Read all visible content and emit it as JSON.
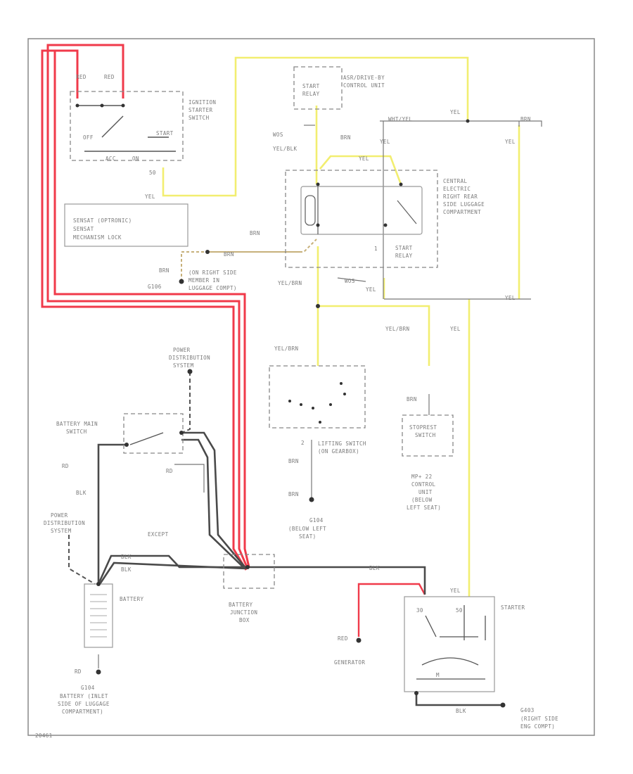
{
  "labels": {
    "red_1": "RED",
    "red_2": "RED",
    "ignition_switch": [
      "IGNITION",
      "STARTER",
      "SWITCH"
    ],
    "sw_off": "OFF",
    "sw_start": "START",
    "sw_acc": "ACC",
    "sw_on": "ON",
    "sw_50": "50",
    "yel_ign": "YEL",
    "saab_note": [
      "SENSAT (OPTRONIC)",
      "SENSAT",
      "MECHANISM LOCK"
    ],
    "start_relay_top": [
      "START",
      "RELAY"
    ],
    "asr_unit": [
      "ASR/DRIVE-BY",
      "CONTROL UNIT"
    ],
    "wht_1": "WOS",
    "yel_blk": "YEL/BLK",
    "yel_top": "YEL",
    "brn_top": "BRN",
    "yel_mid": "YEL",
    "wht_yel": "WHT/YEL",
    "central_electric": [
      "CENTRAL",
      "ELECTRIC",
      "RIGHT REAR",
      "SIDE LUGGAGE",
      "COMPARTMENT"
    ],
    "start_relay_bot": [
      "START",
      "RELAY"
    ],
    "yel_right": "YEL",
    "yel_far_right": "YEL",
    "brn_left": "BRN",
    "brn_mid": "BRN",
    "g106": "G106",
    "g106_desc": [
      "(ON RIGHT SIDE",
      "MEMBER IN",
      "LUGGAGE COMPT)"
    ],
    "yel_brn_1": "YEL/BRN",
    "wos_2": "WOS",
    "yel_3": "YEL",
    "yel_4": "YEL",
    "yel_brn_2": "YEL/BRN",
    "yel_brn_3": "YEL/BRN",
    "yel_5": "YEL",
    "power_dist_top": [
      "POWER",
      "DISTRIBUTION",
      "SYSTEM"
    ],
    "battery_main_switch": [
      "BATTERY MAIN",
      "SWITCH"
    ],
    "rd_1": "RD",
    "rd_2": "RD",
    "blk_1": "BLK",
    "power_dist_left": [
      "POWER",
      "DISTRIBUTION",
      "SYSTEM"
    ],
    "except": "EXCEPT",
    "blk_2": "BLK",
    "blk_3": "BLK",
    "battery": "BATTERY",
    "battery_junction": [
      "BATTERY",
      "JUNCTION",
      "BOX"
    ],
    "lifting_switch": [
      "LIFTING SWITCH",
      "(ON GEARBOX)"
    ],
    "brn_3": "BRN",
    "brn_4": "BRN",
    "g104": "G104",
    "g104_desc": [
      "(BELOW LEFT",
      "SEAT)"
    ],
    "stoprest": [
      "STOPREST",
      "SWITCH"
    ],
    "brn_5": "BRN",
    "mp_control": [
      "MP+ 22",
      "CONTROL",
      "UNIT",
      "(BELOW",
      "LEFT SEAT)"
    ],
    "blk_4": "BLK",
    "red_3": "RED",
    "generator": "GENERATOR",
    "yel_6": "YEL",
    "starter": "STARTER",
    "st_30": "30",
    "st_50": "50",
    "st_m": "M",
    "blk_5": "BLK",
    "g403": "G403",
    "g403_desc": [
      "(RIGHT SIDE",
      "ENG COMPT)"
    ],
    "g104_bat": "G104",
    "g104_bat_desc": [
      "BATTERY (INLET",
      "SIDE OF LUGGAGE",
      "COMPARTMENT)"
    ],
    "rd_bottom": "RD",
    "wire_2": "1",
    "wire_3": "2",
    "footer": "20461"
  },
  "colors": {
    "red": "#f03a4a",
    "yellow": "#f2ee70",
    "black": "#4a4a4a",
    "brown": "#c7b07a"
  }
}
